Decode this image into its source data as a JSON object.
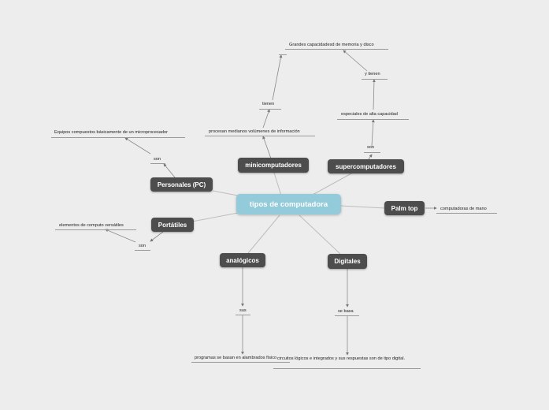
{
  "central": {
    "label": "tipos de computadora"
  },
  "nodes": {
    "minicomputadores": "minicomputadores",
    "supercomputadores": "supercomputadores",
    "personales": "Personales (PC)",
    "portatiles": "Portátiles",
    "palmtop": "Palm top",
    "analogicos": "analógicos",
    "digitales": "Digitales"
  },
  "labels": {
    "grandes_capacidades": "Grandes capacidadesd de memoria y disco",
    "y_tienen": "y tienen",
    "especiales": "especiales de alta capacidad",
    "son_super": "son",
    "tienen": "tienen",
    "procesan": "procesan medianos volúmenes de información",
    "equipos_compuestos": "Equipos compuestos básicamente de un microprocesador",
    "son_pc": "son",
    "elementos": "elementos de computo versátiles",
    "son_port": "son",
    "computadoras_mano": "computadoras de mano",
    "sus": "sus",
    "programas": "programas se basan en alambrados físico",
    "se_basa": "se basa",
    "circuitos": "circuitos lógicos e integrados y sus respuestas son de tipo digital."
  },
  "colors": {
    "background": "#ededed",
    "central_fill": "#93cbdb",
    "node_fill": "#4d4d4d",
    "node_text": "#ffffff",
    "connector": "#9a9a9a"
  }
}
